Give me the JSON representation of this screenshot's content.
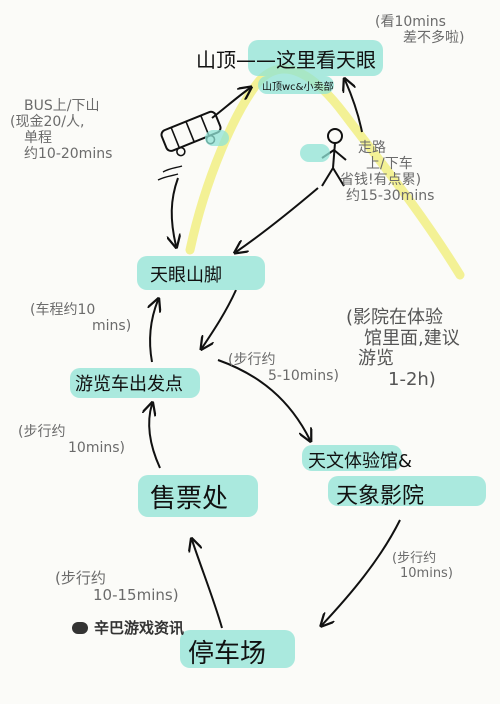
{
  "nodes": {
    "summit": "山顶——这里看天眼",
    "summit_sub": "山顶wc&小卖部",
    "foot": "天眼山脚",
    "tour_start": "游览车出发点",
    "ticket": "售票处",
    "parking": "停车场",
    "museum_line1": "天文体验馆&",
    "museum_line2": "天象影院"
  },
  "notes": {
    "view_time": [
      "(看10mins",
      "差不多啦)"
    ],
    "bus": [
      "BUS上/下山",
      "(现金20/人,",
      "单程",
      "约10-20mins"
    ],
    "walk_up": [
      "走路",
      "上/下车",
      "省钱!有点累)",
      "约15-30mins"
    ],
    "car_ride": [
      "(车程约10",
      "mins)"
    ],
    "walk_5_10": [
      "(步行约",
      "5-10mins)"
    ],
    "walk_10": [
      "(步行约",
      "10mins)"
    ],
    "walk_10_15": [
      "(步行约",
      "10-15mins)"
    ],
    "walk_10b": [
      "(步行约",
      "10mins)"
    ],
    "museum_tip": [
      "(影院在体验",
      "馆里面,建议",
      "游览",
      "1-2h)"
    ]
  },
  "watermark": "辛巴游戏资讯",
  "colors": {
    "highlight": "#8fe3d6",
    "mountain": "#f2f08a",
    "ink": "#111111",
    "note": "#6b6b6b"
  },
  "icons": [
    "bus-icon",
    "walker-icon",
    "logo-icon"
  ]
}
